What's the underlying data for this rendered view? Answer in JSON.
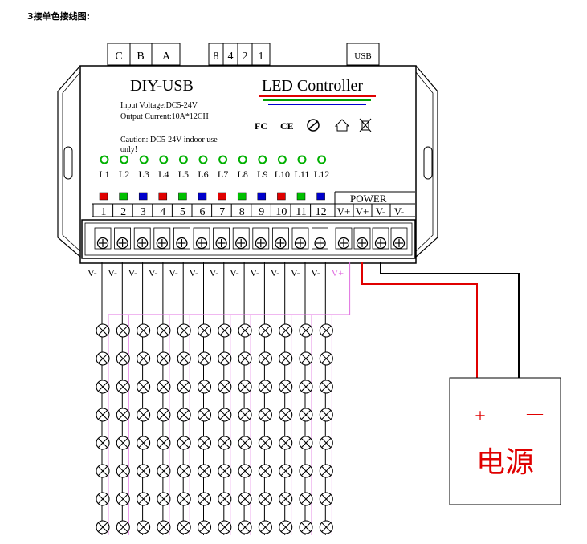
{
  "page_title": "3接单色接线图:",
  "controller": {
    "name": "DIY-USB",
    "product": "LED Controller",
    "input_voltage": "Input Voltage:DC5-24V",
    "output_current": "Output Current:10A*12CH",
    "caution": "Caution: DC5-24V indoor use",
    "caution_2": "only!",
    "cert_marks": [
      "FC",
      "CE",
      "RoHS",
      "home",
      "WEEE"
    ],
    "rainbow_colors": [
      "#e00000",
      "#00a000",
      "#0000d0"
    ]
  },
  "top_switches": {
    "cba": [
      "C",
      "B",
      "A"
    ],
    "dip": [
      "8",
      "4",
      "2",
      "1"
    ],
    "usb": "USB"
  },
  "channels": [
    {
      "led": "L1",
      "num": "1",
      "color": "#e00000"
    },
    {
      "led": "L2",
      "num": "2",
      "color": "#00c000"
    },
    {
      "led": "L3",
      "num": "3",
      "color": "#0000cc"
    },
    {
      "led": "L4",
      "num": "4",
      "color": "#e00000"
    },
    {
      "led": "L5",
      "num": "5",
      "color": "#00c000"
    },
    {
      "led": "L6",
      "num": "6",
      "color": "#0000cc"
    },
    {
      "led": "L7",
      "num": "7",
      "color": "#e00000"
    },
    {
      "led": "L8",
      "num": "8",
      "color": "#00c000"
    },
    {
      "led": "L9",
      "num": "9",
      "color": "#0000cc"
    },
    {
      "led": "L10",
      "num": "10",
      "color": "#e00000"
    },
    {
      "led": "L11",
      "num": "11",
      "color": "#00c000"
    },
    {
      "led": "L12",
      "num": "12",
      "color": "#0000cc"
    }
  ],
  "indicator_color": "#00b000",
  "power_header": "POWER",
  "power_terminals": [
    "V+",
    "V+",
    "V-",
    "V-"
  ],
  "wire_labels": [
    "V-",
    "V-",
    "V-",
    "V-",
    "V-",
    "V-",
    "V-",
    "V-",
    "V-",
    "V-",
    "V-",
    "V-",
    "V+"
  ],
  "wire_colors": {
    "positive": "#e00000",
    "negative": "#000000",
    "common": "#e070e0"
  },
  "led_rows": 8,
  "power_supply": {
    "plus": "+",
    "minus": "—",
    "label": "电源",
    "label_color": "#e00000"
  }
}
